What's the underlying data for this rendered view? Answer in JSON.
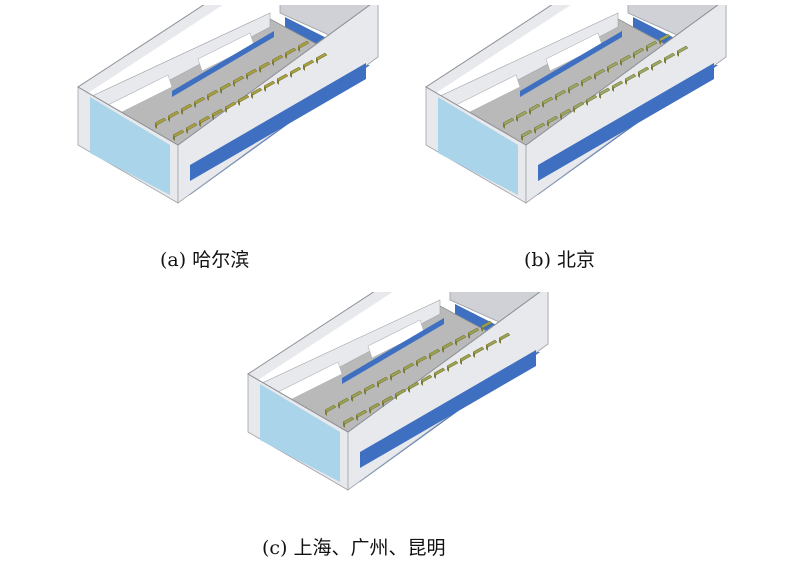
{
  "panels": [
    {
      "caption": "(a) 哈尔滨",
      "unit_color": "#a8a040",
      "rows": 2,
      "units_per_row": 12
    },
    {
      "caption": "(b) 北京",
      "unit_color": "#9aa864",
      "rows": 2,
      "units_per_row": 13
    },
    {
      "caption": "(c) 上海、广州、昆明",
      "unit_color": "#9aa252",
      "rows": 2,
      "units_per_row": 13
    }
  ],
  "colors": {
    "wall": "#e8e9ec",
    "wall_shade": "#cfd1d6",
    "floor": "#b9b9b9",
    "blue": "#3f6fc1",
    "light_blue": "#a9d4ea"
  }
}
